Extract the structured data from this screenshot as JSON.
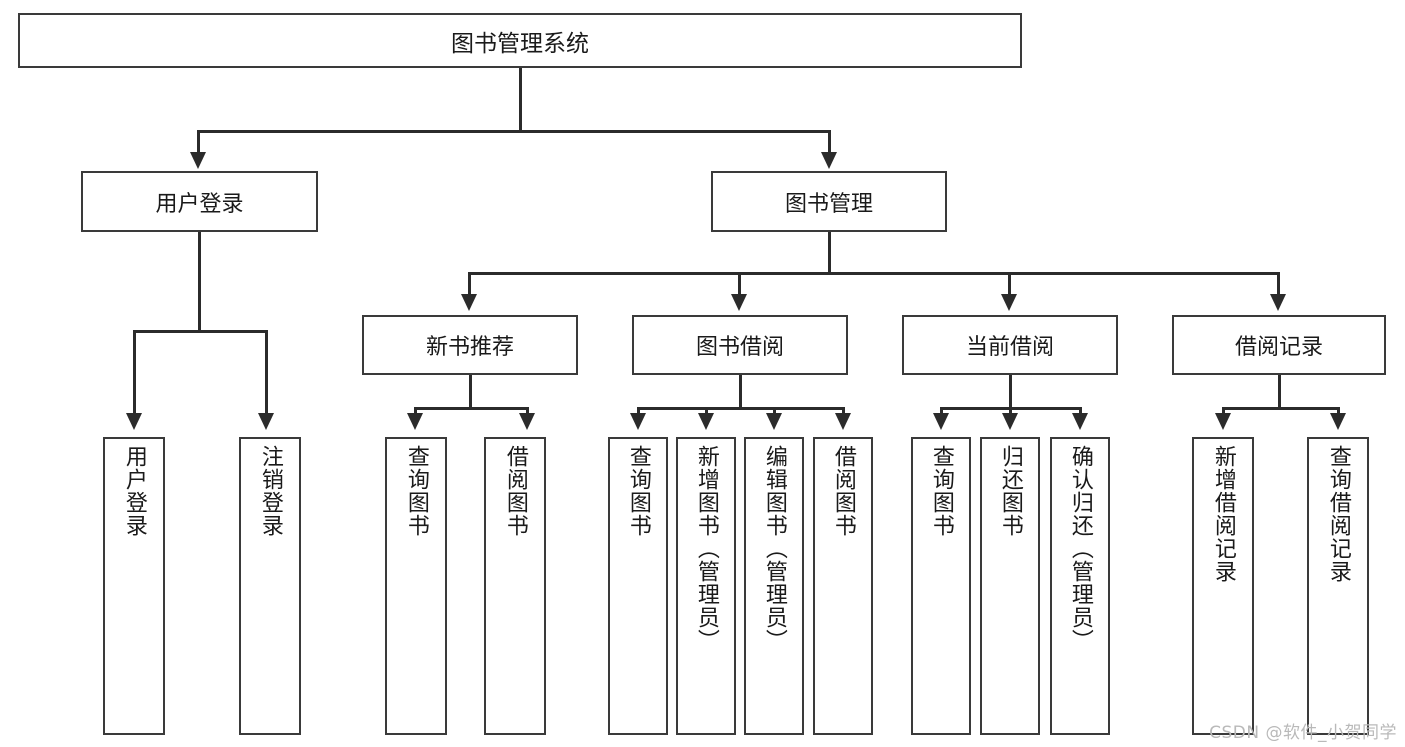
{
  "diagram": {
    "title": "图书管理系统",
    "type": "tree",
    "orientation": "top-down",
    "colors": {
      "background": "#ffffff",
      "box_border": "#3a3a3a",
      "box_fill": "#ffffff",
      "connector": "#2b2b2b",
      "text": "#1a1a1a",
      "watermark": "#b9b9b9"
    },
    "root": {
      "label": "图书管理系统"
    },
    "level2": [
      {
        "label": "用户登录"
      },
      {
        "label": "图书管理"
      }
    ],
    "level3": [
      {
        "label": "新书推荐"
      },
      {
        "label": "图书借阅"
      },
      {
        "label": "当前借阅"
      },
      {
        "label": "借阅记录"
      }
    ],
    "leaves": {
      "user_login": [
        {
          "label": "用户登录"
        },
        {
          "label": "注销登录"
        }
      ],
      "new_book_recommend": [
        {
          "label": "查询图书"
        },
        {
          "label": "借阅图书"
        }
      ],
      "book_borrow": [
        {
          "label": "查询图书"
        },
        {
          "label": "新增图书（管理员）"
        },
        {
          "label": "编辑图书（管理员）"
        },
        {
          "label": "借阅图书"
        }
      ],
      "current_borrow": [
        {
          "label": "查询图书"
        },
        {
          "label": "归还图书"
        },
        {
          "label": "确认归还（管理员）"
        }
      ],
      "borrow_record": [
        {
          "label": "新增借阅记录"
        },
        {
          "label": "查询借阅记录"
        }
      ]
    },
    "watermark": "CSDN @软件_小贺同学"
  }
}
